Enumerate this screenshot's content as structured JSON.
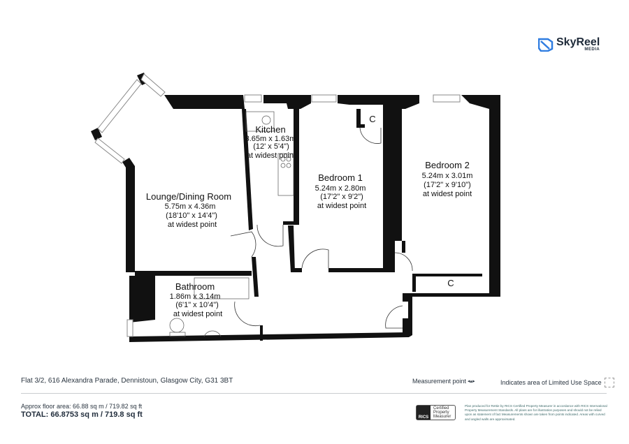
{
  "brand": {
    "name": "SkyReel",
    "sub": "MEDIA",
    "color": "#2f7de1"
  },
  "rooms": {
    "lounge": {
      "name": "Lounge/Dining Room",
      "metric": "5.75m x 4.36m",
      "imperial": "(18'10\" x 14'4\")",
      "note": "at widest point"
    },
    "kitchen": {
      "name": "Kitchen",
      "metric": "3.65m x 1.63m",
      "imperial": "(12' x 5'4\")",
      "note": "at widest point"
    },
    "bedroom1": {
      "name": "Bedroom 1",
      "metric": "5.24m x 2.80m",
      "imperial": "(17'2\" x 9'2\")",
      "note": "at widest point"
    },
    "bedroom2": {
      "name": "Bedroom 2",
      "metric": "5.24m x 3.01m",
      "imperial": "(17'2\" x 9'10\")",
      "note": "at widest point"
    },
    "bathroom": {
      "name": "Bathroom",
      "metric": "1.86m x 3.14m",
      "imperial": "(6'1\" x 10'4\")",
      "note": "at widest point"
    },
    "cupboard_label": "C"
  },
  "footer": {
    "address": "Flat 3/2, 616 Alexandra Parade, Dennistoun, Glasgow City, G31 3BT",
    "measurement_point": "Measurement point",
    "limited_use": "Indicates area of  Limited Use Space",
    "approx_area": "Approx floor area: 66.88 sq m / 719.82 sq ft",
    "total": "TOTAL: 66.8753 sq m / 719.8 sq ft",
    "rics_mark": "RICS",
    "rics_badge": [
      "Certified",
      "Property",
      "Measurer"
    ],
    "disclaimer": "Plan produced for Rettie by RICS Certified Property Measurer in accordance with RICS International Property Measurement Standards.  All plans are for illustration purposes and should not be relied upon as statement of fact Measurements shown are taken from points indicated. Areas with curved and angled walls are approximated."
  }
}
